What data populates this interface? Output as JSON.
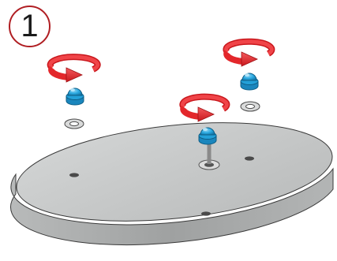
{
  "step": {
    "number": "1"
  },
  "colors": {
    "step_circle": "#b01e23",
    "rotate_arrow": "#e3272b",
    "cap_nut": "#29a8e0",
    "washer": "#cfd0d0",
    "base_plate_top": "#c4c6c6",
    "base_plate_side": "#a9abab",
    "outline": "#3a3a3a"
  },
  "icons": {
    "rotation": "clockwise-rotation-arrow-icon",
    "nut": "cap-nut-icon",
    "washer": "washer-icon"
  },
  "assembly": {
    "fasteners": 3,
    "mounting_holes": 4
  }
}
